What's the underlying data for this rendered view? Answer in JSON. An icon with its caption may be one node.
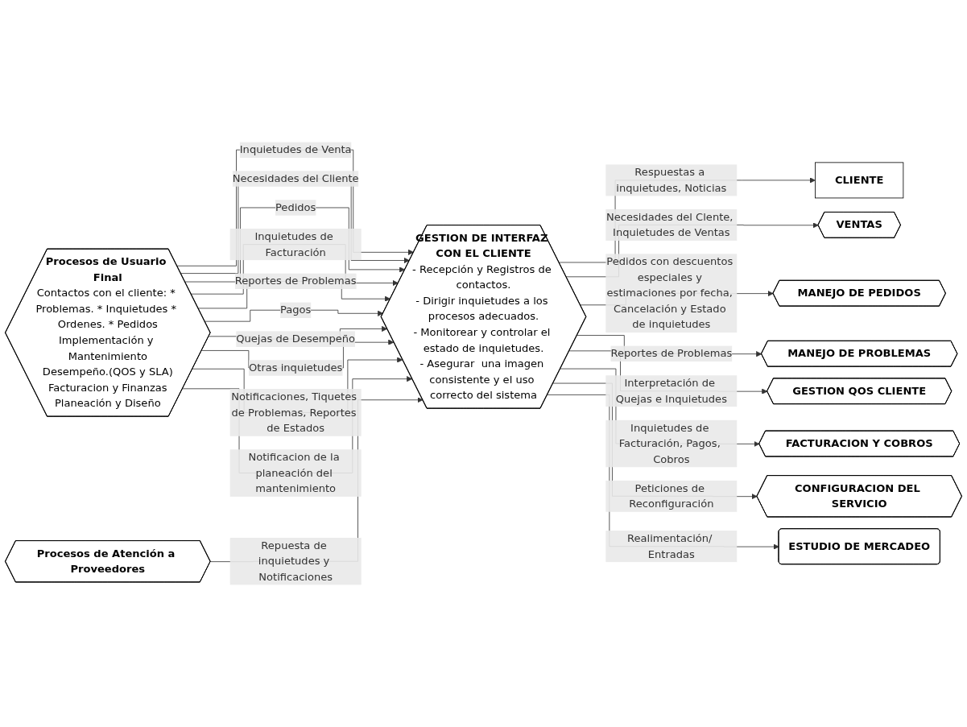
{
  "diagram": {
    "nodes": [
      {
        "text": [
          "Procesos de Usuario Final",
          "Contactos con el cliente: * Problemas. * Inquietudes * Ordenes. * Pedidos",
          "Implementación y Mantenimiento",
          "Desempeño.(QOS y SLA)",
          "Facturacion y Finanzas",
          "Planeación y Diseño"
        ]
      },
      {
        "text": [
          "GESTION DE INTERFAZ CON EL CLIENTE",
          "- Recepción y Registros de contactos.",
          "- Dirigir inquietudes a los procesos adecuados.",
          "- Monitorear y controlar el estado de inquietudes.",
          "- Asegurar  una imagen consistente y el uso correcto del sistema"
        ]
      },
      {
        "text": [
          "CLIENTE"
        ]
      },
      {
        "text": [
          "VENTAS"
        ]
      },
      {
        "text": [
          "MANEJO DE PEDIDOS"
        ]
      },
      {
        "text": [
          "MANEJO DE PROBLEMAS"
        ]
      },
      {
        "text": [
          "GESTION QOS CLIENTE"
        ]
      },
      {
        "text": [
          "FACTURACION Y COBROS"
        ]
      },
      {
        "text": [
          "CONFIGURACION DEL SERVICIO"
        ]
      },
      {
        "text": [
          "ESTUDIO DE MERCADEO"
        ]
      },
      {
        "text": [
          "Procesos de Atención a Proveedores"
        ]
      }
    ],
    "edges": [
      {
        "from": 0,
        "to": 1,
        "arrow": "to",
        "label": "Inquietudes de Venta"
      },
      {
        "from": 0,
        "to": 1,
        "arrow": "to",
        "label": "Necesidades del Cliente"
      },
      {
        "from": 0,
        "to": 1,
        "arrow": "to",
        "label": "Pedidos"
      },
      {
        "from": 0,
        "to": 1,
        "arrow": "to",
        "label": "Inquietudes de Facturación"
      },
      {
        "from": 0,
        "to": 1,
        "arrow": "to",
        "label": "Reportes de Problemas"
      },
      {
        "from": 0,
        "to": 1,
        "arrow": "to",
        "label": "Pagos"
      },
      {
        "from": 0,
        "to": 1,
        "arrow": "to",
        "label": "Quejas de Desempeño"
      },
      {
        "from": 0,
        "to": 1,
        "arrow": "to",
        "label": "Otras inquietudes"
      },
      {
        "from": 0,
        "to": 1,
        "arrow": "to",
        "label": "Notificaciones, Tiquetes de Problemas, Reportes de Estados"
      },
      {
        "from": 0,
        "to": 1,
        "arrow": "to",
        "label": "Notificacion de la planeación del mantenimiento"
      },
      {
        "from": 1,
        "to": 2,
        "arrow": "to",
        "label": "Respuestas a inquietudes, Noticias"
      },
      {
        "from": 1,
        "to": 3,
        "arrow": "to",
        "label": "Necesidades del Clente, Inquietudes de Ventas"
      },
      {
        "from": 1,
        "to": 4,
        "arrow": "to",
        "label": "Pedidos con descuentos especiales y estimaciones por fecha, Cancelación y Estado de inquietudes"
      },
      {
        "from": 1,
        "to": 5,
        "arrow": "to",
        "label": "Reportes de Problemas"
      },
      {
        "from": 1,
        "to": 6,
        "arrow": "to",
        "label": "Interpretación de Quejas e Inquietudes"
      },
      {
        "from": 1,
        "to": 7,
        "arrow": "to",
        "label": "Inquietudes de Facturación, Pagos, Cobros"
      },
      {
        "from": 1,
        "to": 8,
        "arrow": "to",
        "label": "Peticiones de Reconfiguración"
      },
      {
        "from": 1,
        "to": 9,
        "arrow": "to",
        "label": "Realimentación/ Entradas"
      },
      {
        "from": 10,
        "to": 1,
        "arrow": "to",
        "label": "Repuesta de inquietudes y Notificaciones"
      }
    ]
  }
}
